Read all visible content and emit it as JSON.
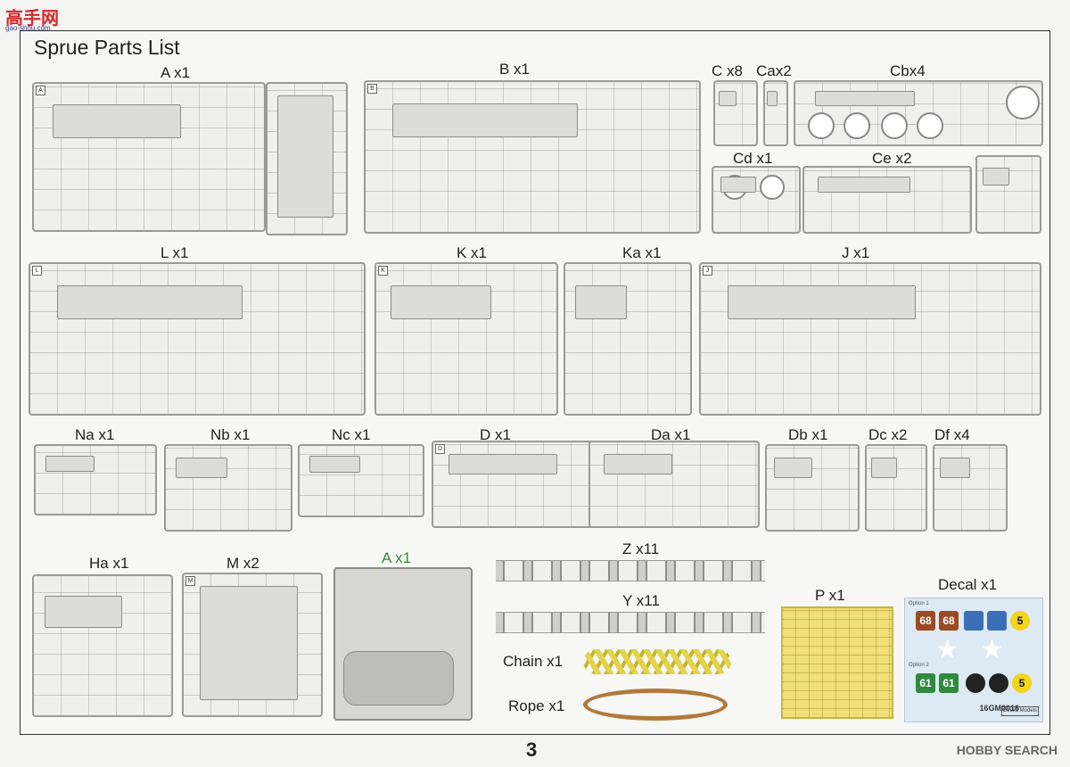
{
  "page": {
    "title": "Sprue Parts List",
    "page_number": "3",
    "watermark_top": "高手网",
    "watermark_top_sub": "gao-shou.com",
    "watermark_bottom": "HOBBY SEARCH"
  },
  "sprues": {
    "a": "A x1",
    "b": "B x1",
    "c": "C x8",
    "ca": "Cax2",
    "cb": "Cbx4",
    "cd": "Cd x1",
    "ce": "Ce x2",
    "l": "L x1",
    "k": "K x1",
    "ka": "Ka x1",
    "j": "J x1",
    "na": "Na x1",
    "nb": "Nb x1",
    "nc": "Nc x1",
    "d": "D x1",
    "da": "Da x1",
    "db": "Db x1",
    "dc": "Dc x2",
    "df": "Df x4",
    "ha": "Ha x1",
    "m": "M x2",
    "a_resin": "A x1",
    "z": "Z x11",
    "y": "Y x11",
    "chain": "Chain x1",
    "rope": "Rope x1",
    "p": "P x1",
    "decal": "Decal x1"
  },
  "tags": {
    "a": "A",
    "b": "B",
    "l": "L",
    "k": "K",
    "j": "J",
    "d": "D",
    "m": "M"
  },
  "decal_sheet": {
    "option1": "Option 1",
    "option2": "Option 2",
    "n68a": "68",
    "n68b": "68",
    "n5a": "5",
    "n61a": "61",
    "n61b": "61",
    "n5b": "5",
    "code": "16GM0016",
    "brand": "Gecko Models"
  },
  "colors": {
    "accent_green": "#2e8b3a",
    "decal_brown": "#9b4a22",
    "decal_yellow": "#f2d51c",
    "decal_green": "#2f8a3e",
    "photo_etch_gold": "#f1e07a",
    "rope_brown": "#b07a3c"
  }
}
